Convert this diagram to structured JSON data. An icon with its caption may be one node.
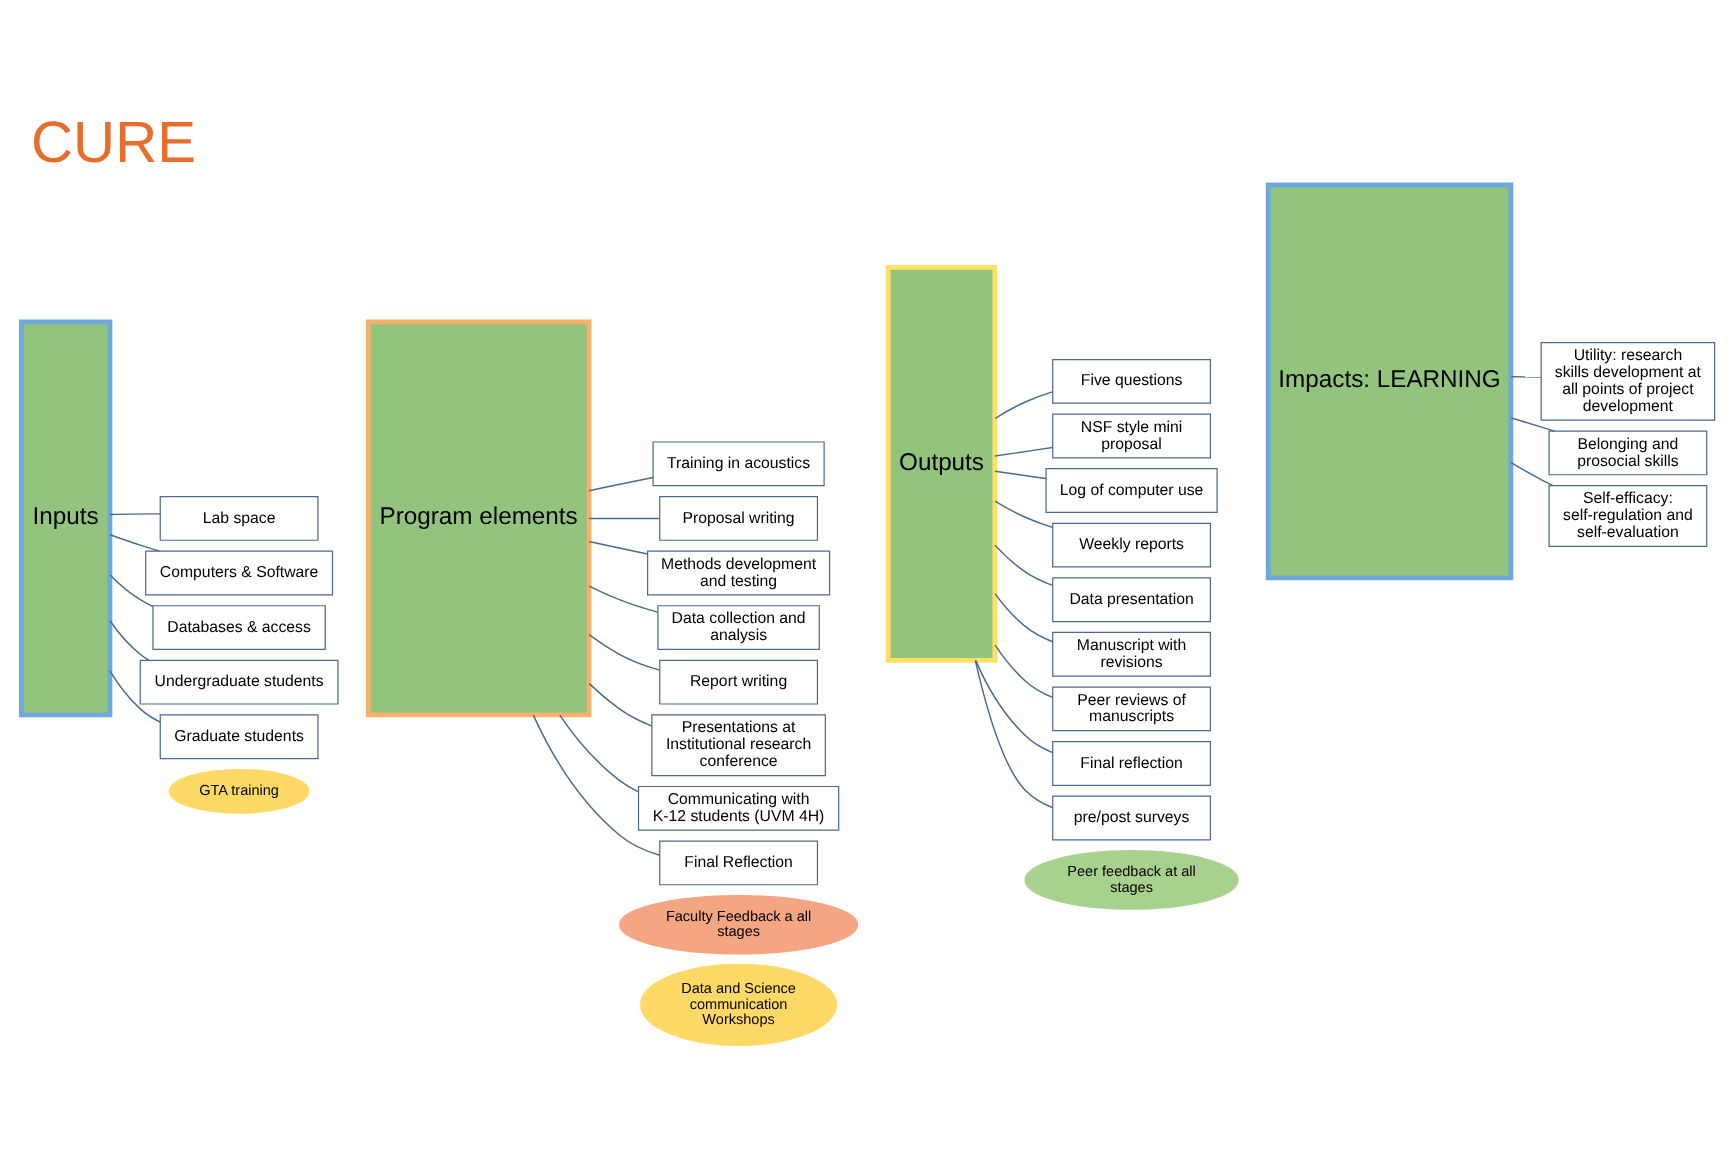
{
  "diagram": {
    "title": "CURE",
    "nodes": [
      {
        "text": [
          "Inputs"
        ]
      },
      {
        "text": [
          "Lab space"
        ]
      },
      {
        "text": [
          "Computers & Software"
        ]
      },
      {
        "text": [
          "Databases & access"
        ]
      },
      {
        "text": [
          "Undergraduate students"
        ]
      },
      {
        "text": [
          "Graduate students"
        ]
      },
      {
        "text": [
          "GTA training"
        ]
      },
      {
        "text": [
          "Program elements"
        ]
      },
      {
        "text": [
          "Training in acoustics"
        ]
      },
      {
        "text": [
          "Proposal writing"
        ]
      },
      {
        "text": [
          "Methods development and testing"
        ]
      },
      {
        "text": [
          "Data collection and analysis"
        ]
      },
      {
        "text": [
          "Report writing"
        ]
      },
      {
        "text": [
          "Presentations at Institutional research conference"
        ]
      },
      {
        "text": [
          "Communicating with K-12 students (UVM 4H)"
        ]
      },
      {
        "text": [
          "Final Reflection"
        ]
      },
      {
        "text": [
          "Outputs"
        ]
      },
      {
        "text": [
          "Five questions"
        ]
      },
      {
        "text": [
          "NSF style mini proposal"
        ]
      },
      {
        "text": [
          "Log of computer use"
        ]
      },
      {
        "text": [
          "Weekly reports"
        ]
      },
      {
        "text": [
          "Data presentation"
        ]
      },
      {
        "text": [
          "Manuscript with revisions"
        ]
      },
      {
        "text": [
          "Peer reviews of manuscripts"
        ]
      },
      {
        "text": [
          "Final reflection"
        ]
      },
      {
        "text": [
          "pre/post surveys"
        ]
      },
      {
        "text": [
          "Impacts: LEARNING"
        ]
      },
      {
        "text": [
          "Utility: research skills development at all points of project development"
        ]
      },
      {
        "text": [
          "Belonging and prosocial skills"
        ]
      },
      {
        "text": [
          "Self-efficacy: self-regulation and self-evaluation"
        ]
      },
      {
        "text": [
          "Faculty Feedback a all stages"
        ]
      },
      {
        "text": [
          "Peer feedback at all stages"
        ]
      },
      {
        "text": [
          "Data and Science communication Workshops"
        ]
      }
    ],
    "edges": [
      {
        "from": 0,
        "to": 1,
        "arrow": "none"
      },
      {
        "from": 0,
        "to": 2,
        "arrow": "none"
      },
      {
        "from": 0,
        "to": 3,
        "arrow": "none"
      },
      {
        "from": 0,
        "to": 4,
        "arrow": "none"
      },
      {
        "from": 0,
        "to": 5,
        "arrow": "none"
      },
      {
        "from": 7,
        "to": 8,
        "arrow": "none"
      },
      {
        "from": 7,
        "to": 9,
        "arrow": "none"
      },
      {
        "from": 7,
        "to": 10,
        "arrow": "none"
      },
      {
        "from": 7,
        "to": 11,
        "arrow": "none"
      },
      {
        "from": 7,
        "to": 12,
        "arrow": "none"
      },
      {
        "from": 7,
        "to": 13,
        "arrow": "none"
      },
      {
        "from": 7,
        "to": 14,
        "arrow": "none"
      },
      {
        "from": 7,
        "to": 15,
        "arrow": "none"
      },
      {
        "from": 16,
        "to": 17,
        "arrow": "none"
      },
      {
        "from": 16,
        "to": 18,
        "arrow": "none"
      },
      {
        "from": 16,
        "to": 19,
        "arrow": "none"
      },
      {
        "from": 16,
        "to": 20,
        "arrow": "none"
      },
      {
        "from": 16,
        "to": 21,
        "arrow": "none"
      },
      {
        "from": 16,
        "to": 22,
        "arrow": "none"
      },
      {
        "from": 16,
        "to": 23,
        "arrow": "none"
      },
      {
        "from": 16,
        "to": 24,
        "arrow": "none"
      },
      {
        "from": 16,
        "to": 25,
        "arrow": "none"
      },
      {
        "from": 26,
        "to": 27,
        "arrow": "none"
      },
      {
        "from": 26,
        "to": 28,
        "arrow": "none"
      },
      {
        "from": 26,
        "to": 29,
        "arrow": "none"
      }
    ]
  }
}
